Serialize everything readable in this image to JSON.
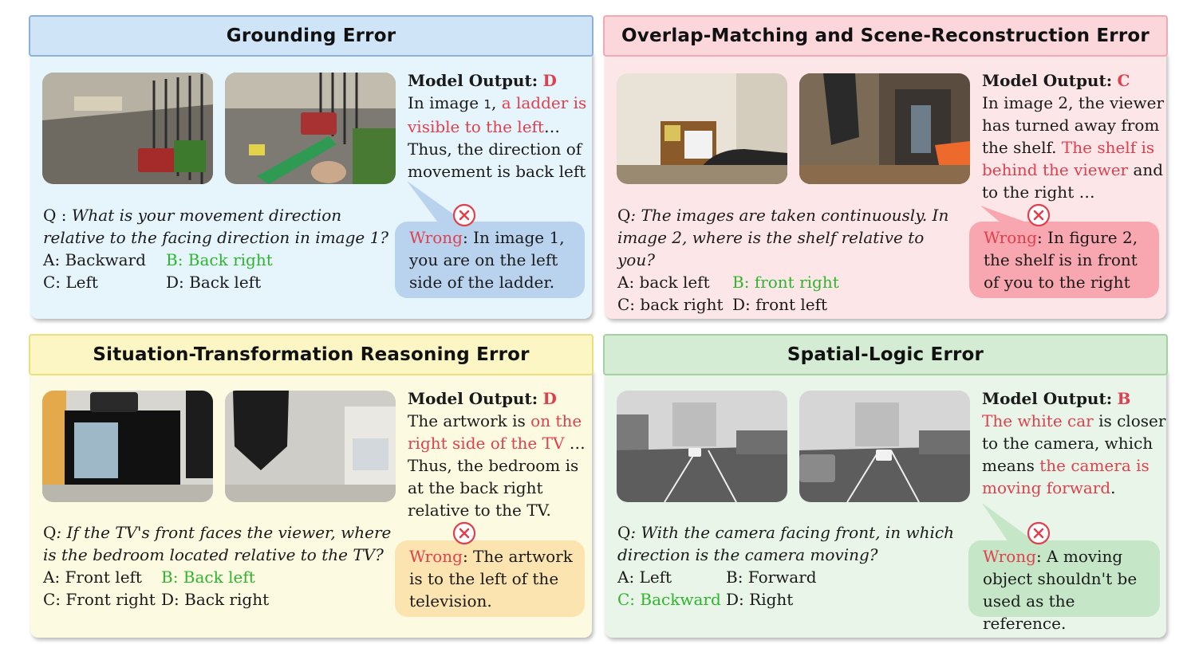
{
  "colors": {
    "blue_panel": "#e6f4fb",
    "blue_header": "#cfe5f7",
    "blue_bubble": "#b9d3ee",
    "red_panel": "#fde6e8",
    "red_header": "#fbd7dc",
    "red_bubble": "#f8a6b0",
    "yellow_panel": "#fcfbe1",
    "yellow_header": "#fbf6c4",
    "yellow_bubble": "#fbe4b0",
    "green_panel": "#e8f5e8",
    "green_header": "#d3ecd3",
    "green_bubble": "#c6e6c8",
    "wrong_text": "#e0404e",
    "correct_text": "#2db52d"
  },
  "icons": {
    "wrong": "close-circle-icon"
  },
  "panels": [
    {
      "title": "Grounding Error",
      "model_output_label": "Model Output:",
      "model_output_answer": "D",
      "reasoning": [
        {
          "text": "In image ",
          "style": "normal"
        },
        {
          "text": "1",
          "style": "normal"
        },
        {
          "text": ", ",
          "style": "normal"
        },
        {
          "text": "a ladder is visible to the left",
          "style": "red"
        },
        {
          "text": "… Thus, the direction of movement is back left",
          "style": "normal"
        }
      ],
      "question_prefix": "Q : ",
      "question": "What is your movement direction relative to the facing direction in image 1?",
      "options": [
        {
          "text": "A: Backward",
          "correct": false
        },
        {
          "text": "B: Back right",
          "correct": true
        },
        {
          "text": "C: Left",
          "correct": false
        },
        {
          "text": "D: Back left",
          "correct": false
        }
      ],
      "wrong_label": "Wrong",
      "wrong_text": ": In image 1, you are on the left side of the ladder."
    },
    {
      "title": "Overlap-Matching and Scene-Reconstruction Error",
      "model_output_label": "Model Output:",
      "model_output_answer": "C",
      "reasoning": [
        {
          "text": "In image 2, the viewer has turned away from the shelf. ",
          "style": "normal"
        },
        {
          "text": "The shelf is behind the viewer",
          "style": "red"
        },
        {
          "text": " and to the right …",
          "style": "normal"
        }
      ],
      "question_prefix": "Q",
      "question": ": The images are taken continuously. In image 2, where is the shelf relative to you?",
      "options": [
        {
          "text": "A: back left",
          "correct": false
        },
        {
          "text": "B: front right",
          "correct": true
        },
        {
          "text": "C: back right",
          "correct": false
        },
        {
          "text": "D: front left",
          "correct": false
        }
      ],
      "wrong_label": "Wrong",
      "wrong_text": ": In figure 2, the shelf is in front of you to the right"
    },
    {
      "title": "Situation-Transformation Reasoning Error",
      "model_output_label": "Model Output:",
      "model_output_answer": "D",
      "reasoning": [
        {
          "text": "The artwork is ",
          "style": "normal"
        },
        {
          "text": "on the right side of the TV",
          "style": "red"
        },
        {
          "text": " … Thus, the bedroom is at the back right relative to the TV.",
          "style": "normal"
        }
      ],
      "question_prefix": "Q",
      "question": ": If the TV's front faces the viewer, where is the bedroom located relative to the TV?",
      "options": [
        {
          "text": "A: Front left",
          "correct": false
        },
        {
          "text": "B: Back left",
          "correct": true
        },
        {
          "text": "C: Front right",
          "correct": false
        },
        {
          "text": "D: Back right",
          "correct": false
        }
      ],
      "wrong_label": "Wrong",
      "wrong_text": ": The artwork is to the left of the television."
    },
    {
      "title": "Spatial-Logic Error",
      "model_output_label": "Model Output:",
      "model_output_answer": "B",
      "reasoning": [
        {
          "text": "The white car",
          "style": "red"
        },
        {
          "text": " is closer to the camera, which means ",
          "style": "normal"
        },
        {
          "text": "the camera is moving forward",
          "style": "red"
        },
        {
          "text": ".",
          "style": "normal"
        }
      ],
      "question_prefix": "Q",
      "question": ": With the camera facing front, in which direction is the camera moving?",
      "options": [
        {
          "text": "A: Left",
          "correct": false
        },
        {
          "text": "B: Forward",
          "correct": false
        },
        {
          "text": "C: Backward",
          "correct": true
        },
        {
          "text": "D: Right",
          "correct": false
        }
      ],
      "wrong_label": "Wrong",
      "wrong_text": ": A moving object shouldn't be used as the reference."
    }
  ]
}
